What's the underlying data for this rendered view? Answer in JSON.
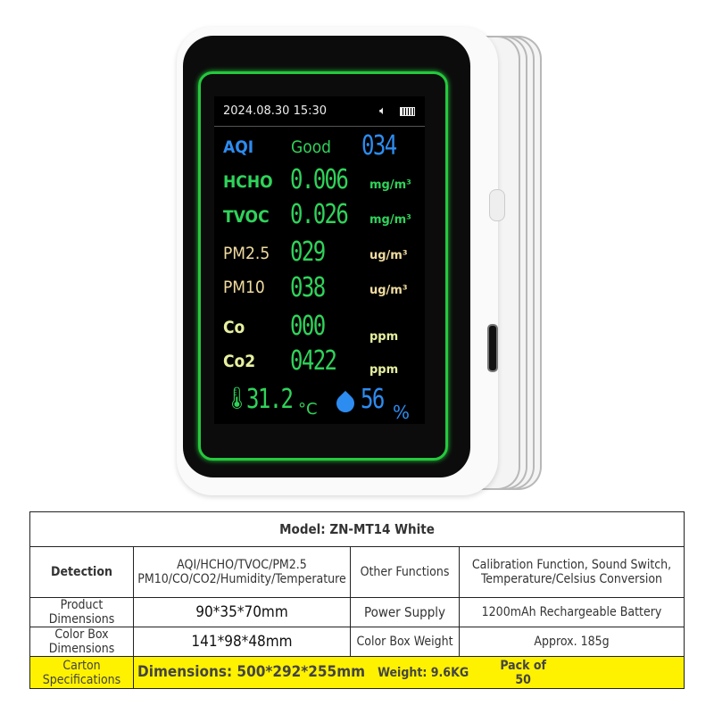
{
  "device": {
    "datetime": "2024.08.30 15:30",
    "status_icons": [
      "speaker-icon",
      "battery-icon"
    ],
    "aqi": {
      "label": "AQI",
      "status": "Good",
      "value": "034"
    },
    "readings": [
      {
        "label": "HCHO",
        "value": "0.006",
        "unit": "mg/m³"
      },
      {
        "label": "TVOC",
        "value": "0.026",
        "unit": "mg/m³"
      },
      {
        "label": "PM2.5",
        "value": "029",
        "unit": "ug/m³"
      },
      {
        "label": "PM10",
        "value": "038",
        "unit": "ug/m³"
      },
      {
        "label": "Co",
        "value": "000",
        "unit": "ppm"
      },
      {
        "label": "Co2",
        "value": "0422",
        "unit": "ppm"
      }
    ],
    "temperature": {
      "value": "31.2",
      "unit": "°C"
    },
    "humidity": {
      "value": "56",
      "unit": "%"
    },
    "colors": {
      "green": "#2fd35a",
      "blue": "#2d8cf0",
      "beige": "#f0dca0",
      "yellowgreen": "#e8f0a0"
    }
  },
  "specs": {
    "model": "Model: ZN-MT14 White",
    "detection_label": "Detection",
    "detection_value_1": "AQI/HCHO/TVOC/PM2.5",
    "detection_value_2": "PM10/CO/CO2/Humidity/Temperature",
    "other_label": "Other Functions",
    "other_value": "Calibration Function, Sound Switch, Temperature/Celsius Conversion",
    "product_dim_label": "Product Dimensions",
    "product_dim_value": "90*35*70mm",
    "power_label": "Power Supply",
    "power_value": "1200mAh Rechargeable Battery",
    "box_dim_label": "Color Box Dimensions",
    "box_dim_value": "141*98*48mm",
    "box_weight_label": "Color Box Weight",
    "box_weight_value": "Approx. 185g",
    "carton_label": "Carton Specifications",
    "carton_dimensions": "Dimensions: 500*292*255mm",
    "carton_weight": "Weight: 9.6KG",
    "carton_pack": "Pack of 50"
  }
}
